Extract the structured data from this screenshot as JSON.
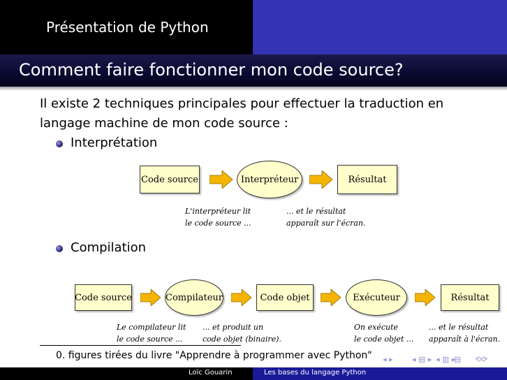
{
  "header": {
    "section_title": "Présentation de Python"
  },
  "frame": {
    "title": "Comment faire fonctionner mon code source?"
  },
  "intro": {
    "line1": "Il existe 2 techniques principales pour effectuer la traduction en",
    "line2": "langage machine de mon code source :"
  },
  "items": [
    {
      "label": "Interprétation"
    },
    {
      "label": "Compilation"
    }
  ],
  "figure_interpretation": {
    "boxes": [
      "Code source",
      "Interpréteur",
      "Résultat"
    ],
    "captions": [
      {
        "line1": "L'interpréteur lit",
        "line2": "le code source ..."
      },
      {
        "line1": "... et le résultat",
        "line2": "apparaît sur l'écran."
      }
    ]
  },
  "figure_compilation": {
    "boxes": [
      "Code source",
      "Compilateur",
      "Code objet",
      "Exécuteur",
      "Résultat"
    ],
    "captions": [
      {
        "line1": "Le compilateur lit",
        "line2": "le code source ..."
      },
      {
        "line1": "... et produit un",
        "line2": "code objet (binaire)."
      },
      {
        "line1": "On exécute",
        "line2": "le code objet ..."
      },
      {
        "line1": "... et le résultat",
        "line2": "apparaît à l'écran."
      }
    ]
  },
  "footnote": {
    "text": "0. figures tirées du livre \"Apprendre à programmer avec Python\""
  },
  "footer": {
    "author": "Loïc Gouarin",
    "talk": "Les bases du langage Python"
  },
  "nav": {
    "frame_symbols": "◂ ▸",
    "subsection_symbols": "◂ ▤ ▸",
    "section_symbols": "◂ ▥ ▸",
    "doc_symbol": "▤",
    "search_symbol": "⟲⟳"
  },
  "colors": {
    "header_left": "#000000",
    "header_right": "#3333b3",
    "titlebar": "#0a0a33",
    "box_fill": "#ffffcc",
    "arrow_fill": "#f5b400"
  }
}
